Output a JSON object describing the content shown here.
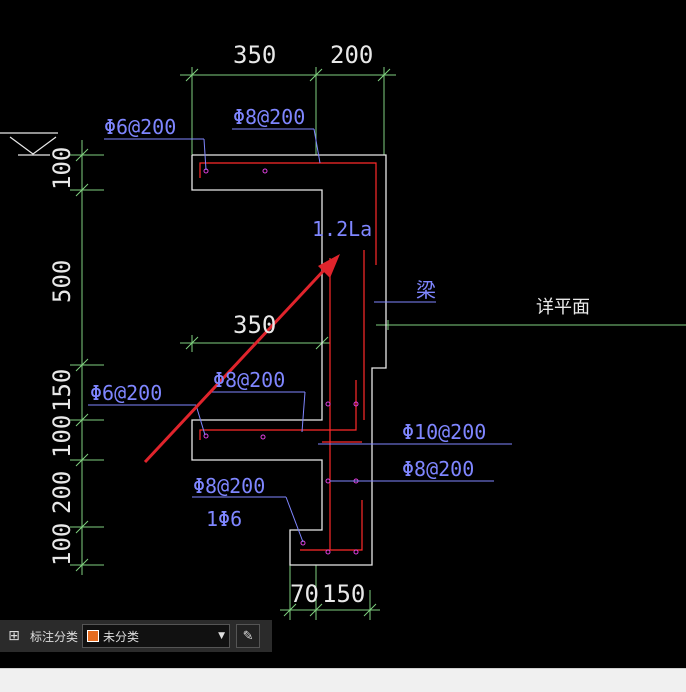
{
  "drawing": {
    "dims": {
      "top_left": "350",
      "top_right": "200",
      "mid": "350",
      "left_100_a": "100",
      "left_500": "500",
      "left_150": "150",
      "left_100_b": "100",
      "left_200": "200",
      "left_100_c": "100",
      "bottom_70": "70",
      "bottom_150": "150"
    },
    "labels": {
      "rebar_top_left": "Φ6@200",
      "rebar_top_right": "Φ8@200",
      "anchor": "1.2La",
      "rebar_mid_left": "Φ6@200",
      "rebar_mid_right": "Φ8@200",
      "rebar_right_10": "Φ10@200",
      "rebar_right_8": "Φ8@200",
      "rebar_bottom": "Φ8@200",
      "rebar_bottom_bar": "1Φ6",
      "beam": "梁",
      "detail": "详平面"
    }
  },
  "toolbar": {
    "category_label": "标注分类",
    "selected": "未分类"
  },
  "colors": {
    "dimension_line": "#7fd17f",
    "outline": "#e8e8e8",
    "rebar": "#ff2a2a",
    "label": "#7f86ff",
    "arrow": "#e0242c",
    "swatch": "#e56b1f"
  }
}
